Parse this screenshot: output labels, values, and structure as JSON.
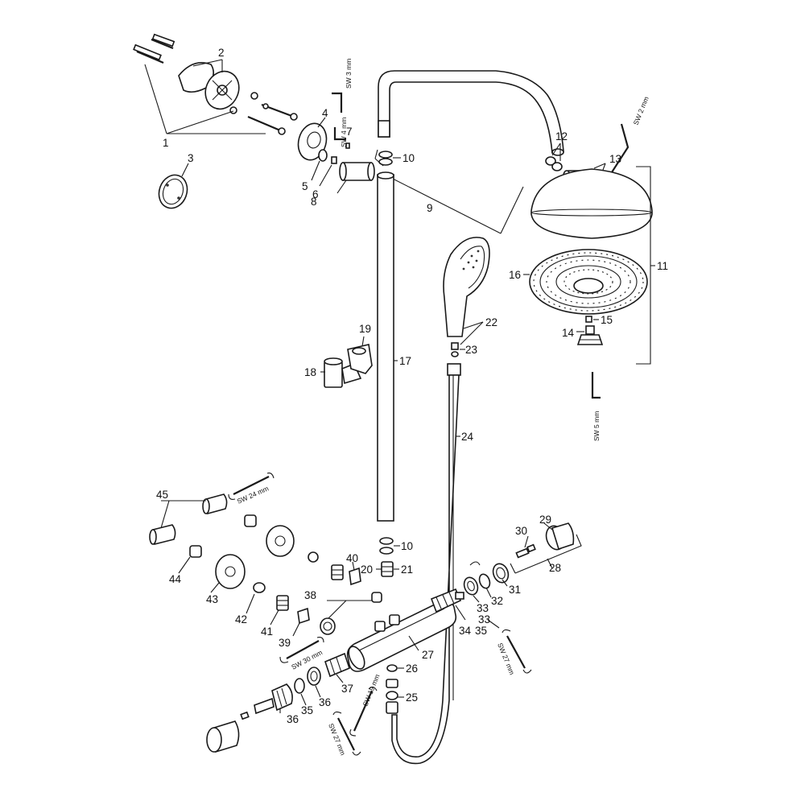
{
  "callouts": {
    "n1": "1",
    "n2": "2",
    "n3": "3",
    "n4": "4",
    "n5": "5",
    "n6": "6",
    "n7": "7",
    "n8": "8",
    "n9": "9",
    "n10a": "10",
    "n10b": "10",
    "n11": "11",
    "n12": "12",
    "n13": "13",
    "n14": "14",
    "n15": "15",
    "n16": "16",
    "n17": "17",
    "n18": "18",
    "n19": "19",
    "n20": "20",
    "n21": "21",
    "n22": "22",
    "n23": "23",
    "n24": "24",
    "n25": "25",
    "n26": "26",
    "n27": "27",
    "n28": "28",
    "n29": "29",
    "n30": "30",
    "n31": "31",
    "n32": "32",
    "n33a": "33",
    "n33b": "33",
    "n34": "34",
    "n35a": "35",
    "n35b": "35",
    "n36a": "36",
    "n36b": "36",
    "n37": "37",
    "n38": "38",
    "n39": "39",
    "n40": "40",
    "n41": "41",
    "n42": "42",
    "n43": "43",
    "n44": "44",
    "n45": "45"
  },
  "tool_sizes": {
    "sw3": "SW 3 mm",
    "sw4": "SW 4 mm",
    "sw2": "SW 2 mm",
    "sw5": "SW 5 mm",
    "sw24": "SW 24 mm",
    "sw30": "SW 30 mm",
    "sw27_right": "SW 27 mm",
    "sw19": "SW 19 mm",
    "sw27_bottom": "SW 27 mm"
  }
}
